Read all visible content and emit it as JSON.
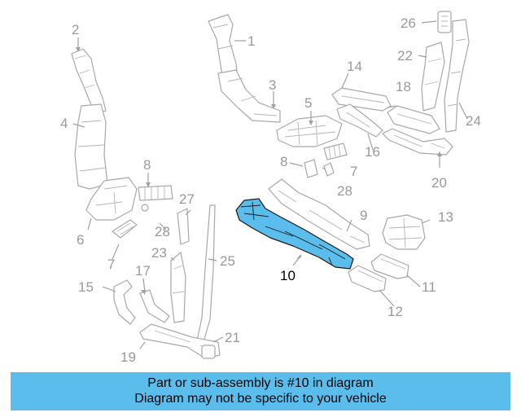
{
  "diagram": {
    "callouts": {
      "c1": "1",
      "c2": "2",
      "c3": "3",
      "c4": "4",
      "c5": "5",
      "c6": "6",
      "c7a": "7",
      "c7b": "7",
      "c8a": "8",
      "c8b": "8",
      "c9": "9",
      "c10": "10",
      "c11": "11",
      "c12": "12",
      "c13": "13",
      "c14": "14",
      "c15": "15",
      "c16": "16",
      "c17": "17",
      "c18": "18",
      "c19": "19",
      "c20": "20",
      "c21": "21",
      "c22": "22",
      "c23": "23",
      "c24": "24",
      "c25": "25",
      "c26": "26",
      "c27": "27",
      "c28a": "28",
      "c28b": "28"
    },
    "highlighted_part": "10",
    "highlight_color": "#5bbdec"
  },
  "banner": {
    "line1": "Part or sub-assembly is #10 in diagram",
    "line2": "Diagram may not be specific to your vehicle",
    "color": "#5bbdec"
  }
}
